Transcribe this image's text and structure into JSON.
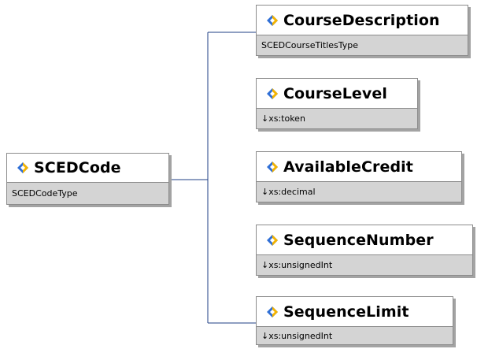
{
  "diagram": {
    "root": {
      "name": "SCEDCode",
      "type": "SCEDCodeType",
      "icon": "element-icon"
    },
    "children": [
      {
        "name": "CourseDescription",
        "type": "SCEDCourseTitlesType",
        "icon": "element-icon"
      },
      {
        "name": "CourseLevel",
        "type": "↓xs:token",
        "icon": "element-icon"
      },
      {
        "name": "AvailableCredit",
        "type": "↓xs:decimal",
        "icon": "element-icon"
      },
      {
        "name": "SequenceNumber",
        "type": "↓xs:unsignedInt",
        "icon": "element-icon"
      },
      {
        "name": "SequenceLimit",
        "type": "↓xs:unsignedInt",
        "icon": "element-icon"
      }
    ],
    "colors": {
      "connector": "#1f3f86",
      "border": "#8c8c8c",
      "type_band": "#d4d4d4",
      "icon_yellow": "#f5b400",
      "icon_blue": "#2f6fd6"
    }
  }
}
